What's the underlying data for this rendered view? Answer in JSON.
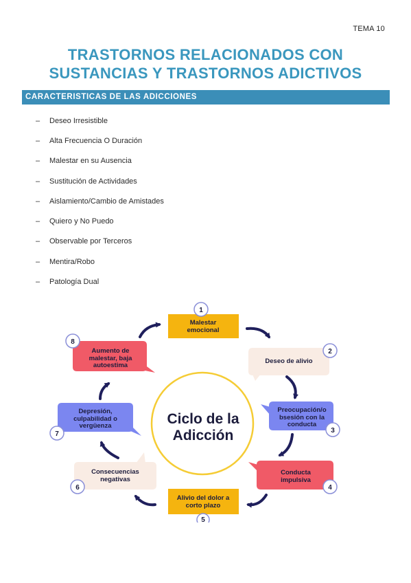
{
  "header": {
    "tema": "TEMA 10"
  },
  "title": {
    "line1": "TRASTORNOS RELACIONADOS CON",
    "line2": "SUSTANCIAS Y TRASTORNOS ADICTIVOS"
  },
  "section": {
    "heading": "CARACTERISTICAS DE LAS ADICCIONES"
  },
  "list": {
    "bullet": "–",
    "items": [
      "Deseo Irresistible",
      "Alta Frecuencia O Duración",
      "Malestar en su Ausencia",
      "Sustitución de Actividades",
      "Aislamiento/Cambio de Amistades",
      "Quiero y No Puedo",
      "Observable por Terceros",
      "Mentira/Robo",
      "Patología Dual"
    ]
  },
  "cycle": {
    "center": {
      "line1": "Ciclo de la",
      "line2": "Adicción"
    },
    "colors": {
      "yellow": "#f5b40f",
      "cream": "#f9ece4",
      "blue": "#7b86f0",
      "red": "#f05a67",
      "navy": "#1f1f5c",
      "ring": "#f5cc35"
    },
    "steps": [
      {
        "num": "1",
        "line1": "Malestar",
        "line2": "emocional",
        "line3": ""
      },
      {
        "num": "2",
        "line1": "Deseo de alivio",
        "line2": "",
        "line3": ""
      },
      {
        "num": "3",
        "line1": "Preocupación/o",
        "line2": "bsesión con la",
        "line3": "conducta"
      },
      {
        "num": "4",
        "line1": "Conducta",
        "line2": "impulsiva",
        "line3": ""
      },
      {
        "num": "5",
        "line1": "Alivio del dolor a",
        "line2": "corto plazo",
        "line3": ""
      },
      {
        "num": "6",
        "line1": "Consecuencias",
        "line2": "negativas",
        "line3": ""
      },
      {
        "num": "7",
        "line1": "Depresión,",
        "line2": "culpabilidad o",
        "line3": "vergüenza"
      },
      {
        "num": "8",
        "line1": "Aumento de",
        "line2": "malestar, baja",
        "line3": "autoestima"
      }
    ]
  }
}
